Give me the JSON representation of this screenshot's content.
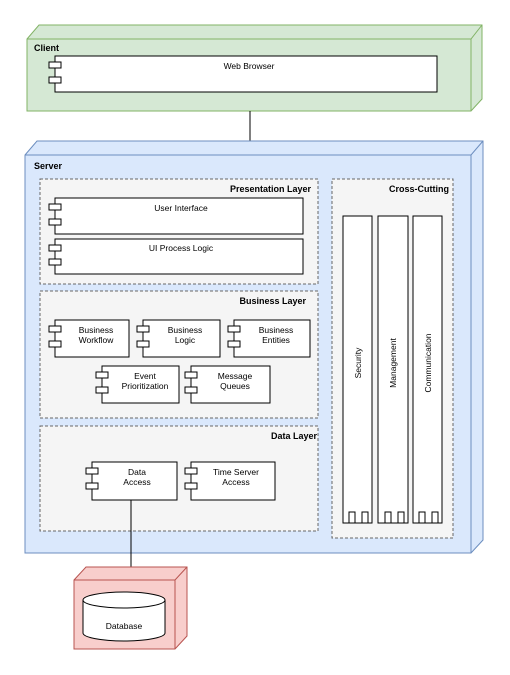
{
  "colors": {
    "client_fill": "#d5e8d4",
    "client_stroke": "#82b366",
    "server_fill": "#dae8fc",
    "server_stroke": "#6c8ebf",
    "database_fill": "#f8cecc",
    "database_stroke": "#b85450",
    "layer_fill": "#f5f5f5",
    "layer_stroke": "#666666",
    "component_fill": "#ffffff",
    "line": "#000000"
  },
  "client": {
    "title": "Client",
    "web_browser": "Web Browser"
  },
  "server": {
    "title": "Server",
    "presentation": {
      "title": "Presentation Layer",
      "user_interface": "User Interface",
      "ui_process_logic": "UI Process Logic"
    },
    "business": {
      "title": "Business Layer",
      "workflow": [
        "Business",
        "Workflow"
      ],
      "logic": [
        "Business",
        "Logic"
      ],
      "entities": [
        "Business",
        "Entities"
      ],
      "event": [
        "Event",
        "Prioritization"
      ],
      "queues": [
        "Message",
        "Queues"
      ]
    },
    "data": {
      "title": "Data Layer",
      "access": [
        "Data",
        "Access"
      ],
      "time_server": [
        "Time Server",
        "Access"
      ]
    },
    "cross_cutting": {
      "title": "Cross-Cutting",
      "security": "Security",
      "management": "Management",
      "communication": "Communication"
    }
  },
  "database": {
    "label": "Database"
  }
}
